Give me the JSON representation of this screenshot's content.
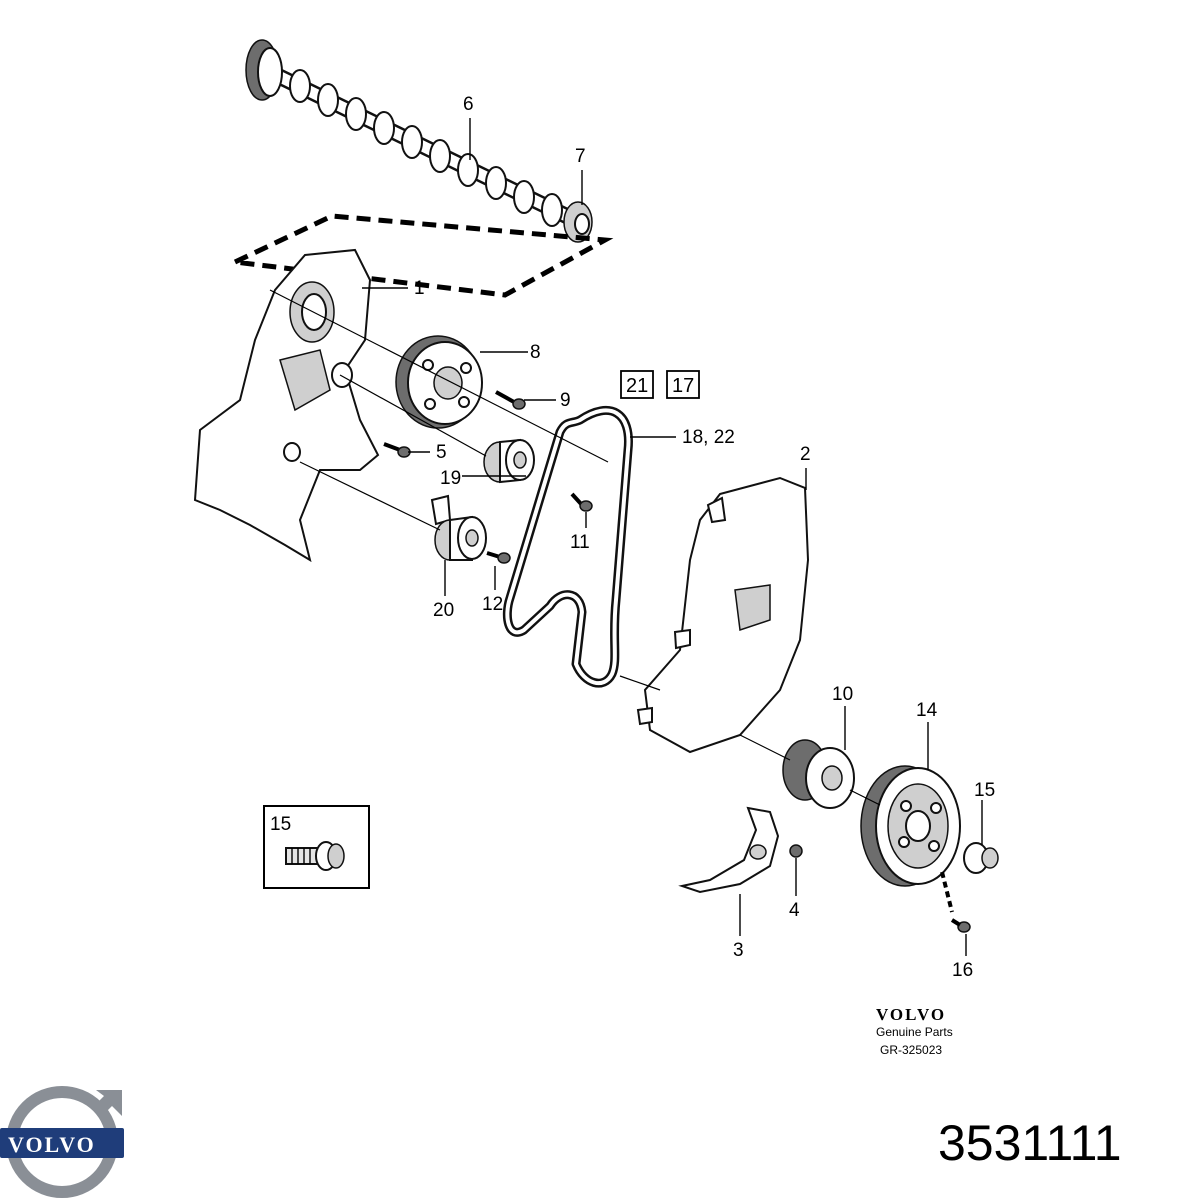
{
  "callouts": {
    "c1": "1",
    "c2": "2",
    "c3": "3",
    "c4": "4",
    "c5": "5",
    "c6": "6",
    "c7": "7",
    "c8": "8",
    "c9": "9",
    "c10": "10",
    "c11": "11",
    "c12": "12",
    "c14": "14",
    "c15": "15",
    "c16": "16",
    "c18_22": "18, 22",
    "c19": "19",
    "c20": "20"
  },
  "reference_boxes": {
    "b21": "21",
    "b17": "17"
  },
  "inset": {
    "label": "15"
  },
  "brand_block": {
    "name": "VOLVO",
    "line1": "Genuine Parts",
    "code": "GR-325023"
  },
  "logo": {
    "text": "VOLVO"
  },
  "part_number": "3531111",
  "colors": {
    "logo_steel": "#8a8f96",
    "logo_blue": "#1f3d7a",
    "line": "#000000"
  }
}
